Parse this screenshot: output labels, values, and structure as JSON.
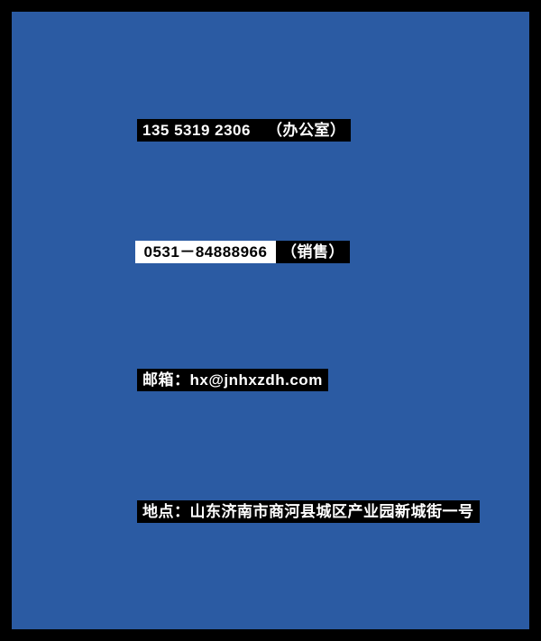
{
  "page": {
    "frame_color": "#000000",
    "panel_color": "#2B5BA3",
    "highlight_color": "#000000",
    "highlight_text_color": "#FFFFFF",
    "box_color": "#FFFFFF",
    "box_text_color": "#000000"
  },
  "contact": {
    "office_phone": "135 5319 2306",
    "office_label": "（办公室）",
    "sales_phone": "0531－84888966",
    "sales_label": "（销售）",
    "email": "邮箱：hx@jnhxzdh.com",
    "address": "地点：山东济南市商河县城区产业园新城街一号"
  }
}
